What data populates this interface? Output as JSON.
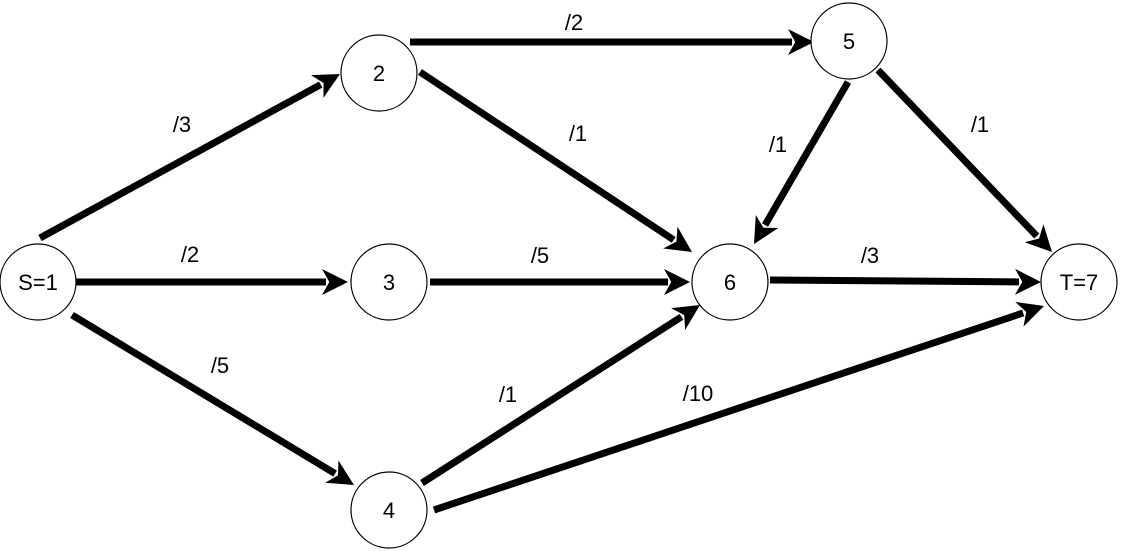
{
  "nodes": [
    {
      "id": "S",
      "label": "S=1"
    },
    {
      "id": "n2",
      "label": "2"
    },
    {
      "id": "n3",
      "label": "3"
    },
    {
      "id": "n4",
      "label": "4"
    },
    {
      "id": "n5",
      "label": "5"
    },
    {
      "id": "n6",
      "label": "6"
    },
    {
      "id": "T",
      "label": "T=7"
    }
  ],
  "edges": [
    {
      "id": "S-2",
      "from": "S",
      "to": "n2",
      "label": "/3"
    },
    {
      "id": "S-3",
      "from": "S",
      "to": "n3",
      "label": "/2"
    },
    {
      "id": "S-4",
      "from": "S",
      "to": "n4",
      "label": "/5"
    },
    {
      "id": "2-5",
      "from": "n2",
      "to": "n5",
      "label": "/2"
    },
    {
      "id": "2-6",
      "from": "n2",
      "to": "n6",
      "label": "/1"
    },
    {
      "id": "3-6",
      "from": "n3",
      "to": "n6",
      "label": "/5"
    },
    {
      "id": "4-6",
      "from": "n4",
      "to": "n6",
      "label": "/1"
    },
    {
      "id": "4-T",
      "from": "n4",
      "to": "T",
      "label": "/10"
    },
    {
      "id": "5-6",
      "from": "n5",
      "to": "n6",
      "label": "/1"
    },
    {
      "id": "5-T",
      "from": "n5",
      "to": "T",
      "label": "/1"
    },
    {
      "id": "6-T",
      "from": "n6",
      "to": "T",
      "label": "/3"
    }
  ]
}
